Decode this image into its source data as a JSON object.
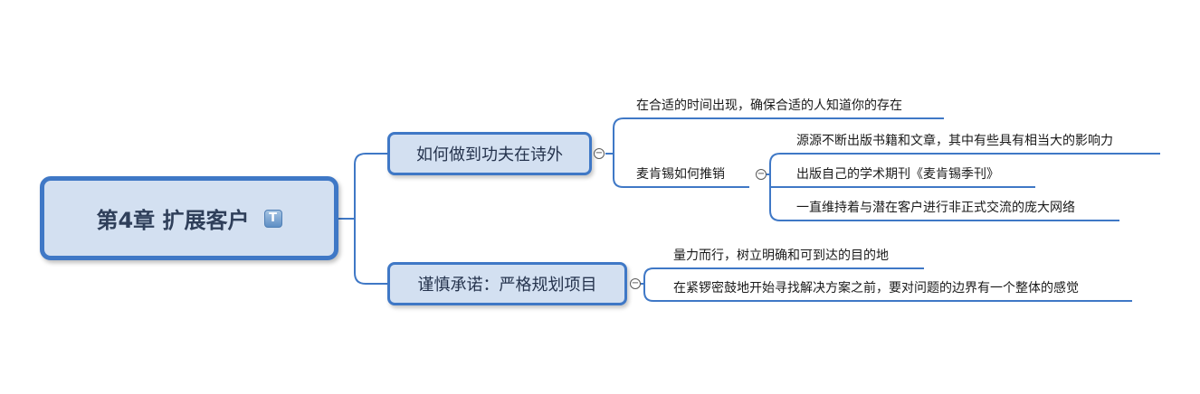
{
  "root": {
    "title": "第4章 扩展客户",
    "icon_glyph": "T",
    "icon_name": "text-note-icon"
  },
  "branches": [
    {
      "label": "如何做到功夫在诗外",
      "children": [
        {
          "label": "在合适的时间出现，确保合适的人知道你的存在"
        },
        {
          "label": "麦肯锡如何推销",
          "children": [
            {
              "label": "源源不断出版书籍和文章，其中有些具有相当大的影响力"
            },
            {
              "label": "出版自己的学术期刊《麦肯锡季刊》"
            },
            {
              "label": "一直维持着与潜在客户进行非正式交流的庞大网络"
            }
          ]
        }
      ]
    },
    {
      "label": "谨慎承诺：严格规划项目",
      "children": [
        {
          "label": "量力而行，树立明确和可到达的目的地"
        },
        {
          "label": "在紧锣密鼓地开始寻找解决方案之前，要对问题的边界有一个整体的感觉"
        }
      ]
    }
  ],
  "toggle_glyph": "−",
  "colors": {
    "line": "#3f78c6",
    "node_fill": "#d3e0f1",
    "node_border": "#3f78c6"
  }
}
